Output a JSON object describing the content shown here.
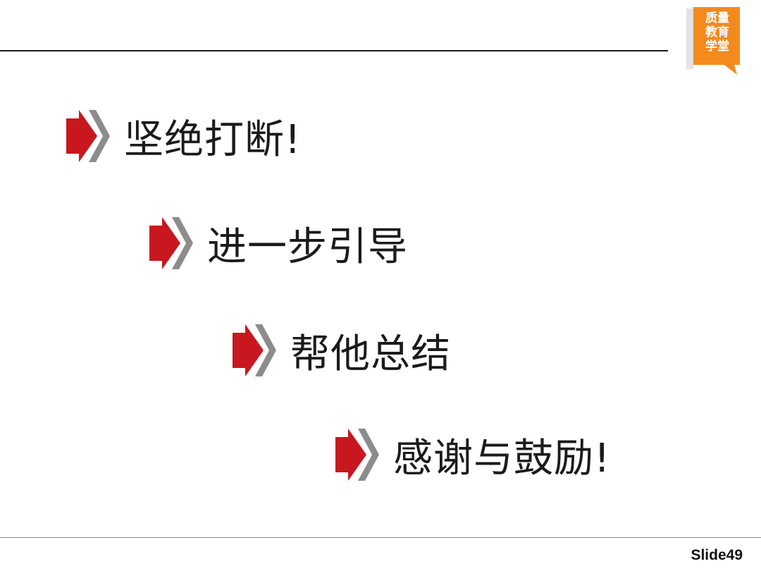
{
  "logo": {
    "lines": [
      "质量",
      "教育",
      "学堂"
    ],
    "color": "#f28a1e"
  },
  "bullets": [
    {
      "text": "坚绝打断!"
    },
    {
      "text": "进一步引导"
    },
    {
      "text": "帮他总结"
    },
    {
      "text": "感谢与鼓励!"
    }
  ],
  "footer": {
    "slide_label": "Slide49"
  },
  "colors": {
    "arrow_red": "#c8171e",
    "arrow_gray": "#8c8c8c",
    "text": "#1b1b1b",
    "rule": "#1a1a1a"
  },
  "icons": {
    "bullet": "red-arrow-bullet-icon"
  }
}
